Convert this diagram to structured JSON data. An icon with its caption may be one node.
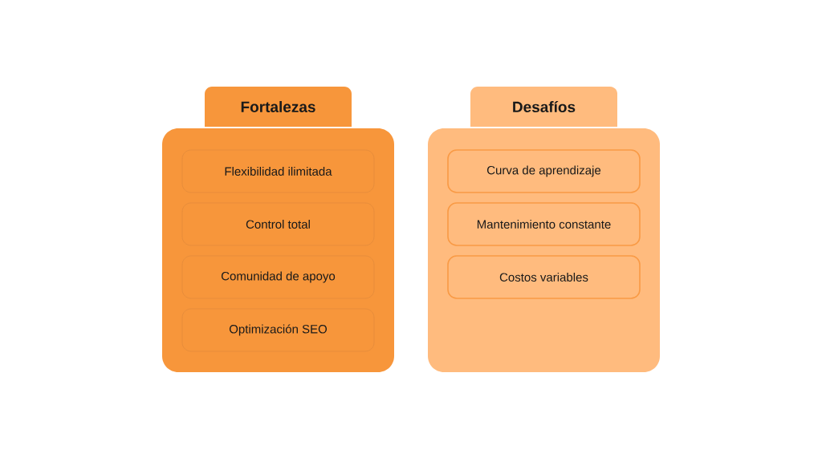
{
  "diagram": {
    "nodes": [
      {
        "text": [
          "Fortalezas"
        ]
      },
      {
        "text": [
          "Flexibilidad ilimitada"
        ],
        "in": 0
      },
      {
        "text": [
          "Control total"
        ],
        "in": 0
      },
      {
        "text": [
          "Comunidad de apoyo"
        ],
        "in": 0
      },
      {
        "text": [
          "Optimización SEO"
        ],
        "in": 0
      },
      {
        "text": [
          "Desafíos"
        ]
      },
      {
        "text": [
          "Curva de aprendizaje"
        ],
        "in": 5
      },
      {
        "text": [
          "Mantenimiento constante"
        ],
        "in": 5
      },
      {
        "text": [
          "Costos variables"
        ],
        "in": 5
      }
    ]
  }
}
